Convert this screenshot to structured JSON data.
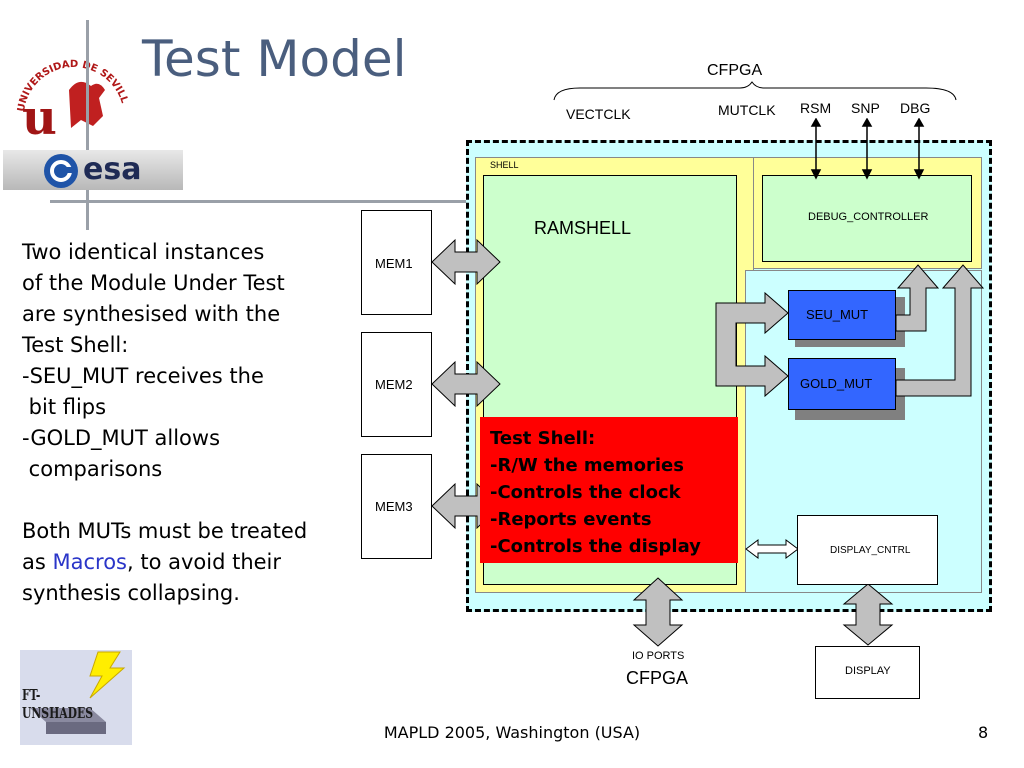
{
  "slide": {
    "title": "Test Model",
    "footer": "MAPLD 2005, Washington (USA)",
    "page_number": "8"
  },
  "logos": {
    "university_text": "UNIVERSIDAD DE SEVILLA",
    "esa_text": "esa",
    "ftunshades_text": "FT-UNSHADES"
  },
  "body": {
    "lines": [
      "Two identical instances",
      "of the Module Under Test",
      "are synthesised with the",
      "Test Shell:",
      "-SEU_MUT receives the",
      " bit flips",
      "-GOLD_MUT allows",
      " comparisons"
    ],
    "para2_line1": "Both MUTs must be treated",
    "para2_as": "as ",
    "para2_macros": "Macros",
    "para2_rest": ", to avoid their",
    "para2_line3": "synthesis collapsing."
  },
  "diagram": {
    "cfpga_top": "CFPGA",
    "signals": {
      "vectclk": "VECTCLK",
      "mutclk": "MUTCLK",
      "rsm": "RSM",
      "snp": "SNP",
      "dbg": "DBG"
    },
    "shell": "SHELL",
    "ramshell": "RAMSHELL",
    "debug_controller": "DEBUG_CONTROLLER",
    "seu_mut": "SEU_MUT",
    "gold_mut": "GOLD_MUT",
    "mem1": "MEM1",
    "mem2": "MEM2",
    "mem3": "MEM3",
    "test_shell": [
      "Test Shell:",
      "-R/W the memories",
      "-Controls the clock",
      "-Reports events",
      "-Controls the display"
    ],
    "display_cntrl": "DISPLAY_CNTRL",
    "display": "DISPLAY",
    "io_ports": "IO PORTS",
    "cfpga_bottom": "CFPGA"
  },
  "colors": {
    "title": "#4a5e7e",
    "macros": "#2a35c8",
    "shell_fill": "#ffff99",
    "ramshell_fill": "#ccffcc",
    "cyan_fill": "#ccffff",
    "mut_fill": "#3366ff",
    "test_shell_fill": "#ff0000",
    "arrow_fill": "#c0c0c0"
  }
}
